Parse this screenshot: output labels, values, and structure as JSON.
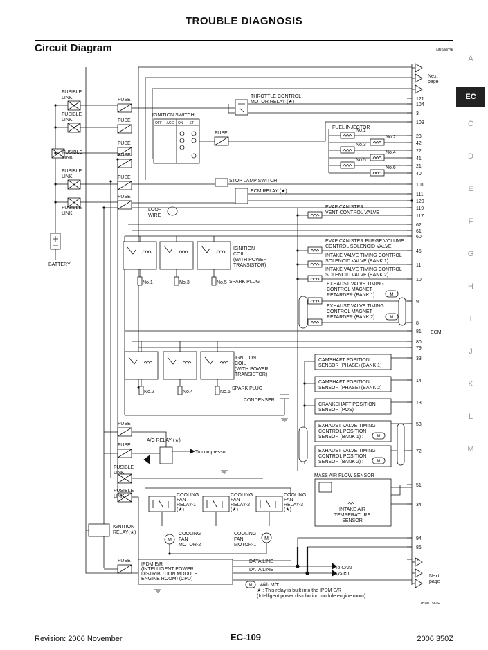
{
  "header": {
    "title": "TROUBLE DIAGNOSIS",
    "section": "Circuit Diagram",
    "code": "NBS0003K"
  },
  "side_index": [
    "A",
    "EC",
    "C",
    "D",
    "E",
    "F",
    "G",
    "H",
    "I",
    "J",
    "K",
    "L",
    "M"
  ],
  "side_index_active": "EC",
  "footer": {
    "revision": "Revision: 2006 November",
    "page": "EC-109",
    "model": "2006 350Z"
  },
  "diagram": {
    "labels": {
      "fusible_link": [
        "FUSIBLE",
        "LINK"
      ],
      "fuse": "FUSE",
      "battery": "BATTERY",
      "ignition_switch": "IGNITION SWITCH",
      "ign_positions": [
        "OFF",
        "ACC",
        "ON",
        "ST"
      ],
      "throttle_relay": [
        "THROTTLE CONTROL",
        "MOTOR RELAY (★)"
      ],
      "fuel_injector": "FUEL INJECTOR",
      "injectors": [
        "No.1",
        "No.2",
        "No.3",
        "No.4",
        "No.5",
        "No.6"
      ],
      "stop_lamp": "STOP LAMP SWITCH",
      "ecm_relay": "ECM RELAY (★)",
      "evap_vent": [
        "EVAP CANISTER",
        "VENT CONTROL VALVE"
      ],
      "loop_wire": [
        "LOOP",
        "WIRE"
      ],
      "evap_purge": [
        "EVAP CANISTER PURGE VOLUME",
        "CONTROL SOLENOID VALVE"
      ],
      "ivt_b1": [
        "INTAKE VALVE TIMING CONTROL",
        "SOLENOID VALVE (BANK 1)"
      ],
      "ivt_b2": [
        "INTAKE VALVE TIMING CONTROL",
        "SOLENOID VALVE (BANK 2)"
      ],
      "evt_b1": [
        "EXHAUST VALVE TIMING",
        "CONTROL MAGNET",
        "RETARDER (BANK 1) :"
      ],
      "evt_b2": [
        "EXHAUST VALVE TIMING",
        "CONTROL MAGNET",
        "RETARDER (BANK 2) :"
      ],
      "ignition_coil": [
        "IGNITION",
        "COIL",
        "(WITH POWER",
        "TRANSISTOR)"
      ],
      "spark_plug": "SPARK PLUG",
      "plugs_top": [
        "No.1",
        "No.3",
        "No.5"
      ],
      "plugs_bottom": [
        "No.2",
        "No.4",
        "No.6"
      ],
      "ecm": "ECM",
      "cmp_b1": [
        "CAMSHAFT POSITION",
        "SENSOR (PHASE) (BANK 1)"
      ],
      "cmp_b2": [
        "CAMSHAFT POSITION",
        "SENSOR (PHASE) (BANK 2)"
      ],
      "ckp": [
        "CRANKSHAFT POSITION",
        "SENSOR (POS)"
      ],
      "evs_b1": [
        "EXHAUST VALVE TIMING",
        "CONTROL POSITION",
        "SENSOR (BANK 1) :"
      ],
      "evs_b2": [
        "EXHAUST VALVE TIMING",
        "CONTROL POSITION",
        "SENSOR (BANK 2) :"
      ],
      "condenser": "CONDENSER",
      "ac_relay": "A/C RELAY (★)",
      "to_compressor": "To compressor",
      "maf": "MASS AIR FLOW SENSOR",
      "iat": [
        "INTAKE AIR",
        "TEMPERATURE",
        "SENSOR"
      ],
      "cf_relay1": [
        "COOLING",
        "FAN",
        "RELAY-1",
        "(★)"
      ],
      "cf_relay2": [
        "COOLING",
        "FAN",
        "RELAY-2",
        "(★)"
      ],
      "cf_relay3": [
        "COOLING",
        "FAN",
        "RELAY-3",
        "(★)"
      ],
      "cf_motor2": [
        "COOLING",
        "FAN",
        "MOTOR-2"
      ],
      "cf_motor1": [
        "COOLING",
        "FAN",
        "MOTOR-1"
      ],
      "ign_relay": [
        "IGNITION",
        "RELAY(★)"
      ],
      "ipdm": [
        "IPDM E/R",
        "(INTELLIGENT POWER",
        "DISTRIBUTION MODULE",
        "ENGINE ROOM) (CPU)"
      ],
      "data_line": "DATA LINE",
      "to_can": [
        "To CAN",
        "system"
      ],
      "next_page": [
        "Next",
        "page"
      ],
      "m_symbol": "M",
      "legend_m": ": With M/T",
      "legend_star": [
        "★ : This relay is built into the IPDM E/R",
        "(Intelligent power distribution module engine room)."
      ],
      "figure_code": "TBWT1581E"
    },
    "pins": [
      "121",
      "104",
      "3",
      "109",
      "23",
      "42",
      "22",
      "41",
      "21",
      "40",
      "101",
      "111",
      "120",
      "119",
      "117",
      "62",
      "61",
      "60",
      "45",
      "11",
      "10",
      "9",
      "8",
      "81",
      "80",
      "79",
      "33",
      "14",
      "13",
      "53",
      "72",
      "51",
      "34",
      "94",
      "86",
      "1"
    ]
  }
}
